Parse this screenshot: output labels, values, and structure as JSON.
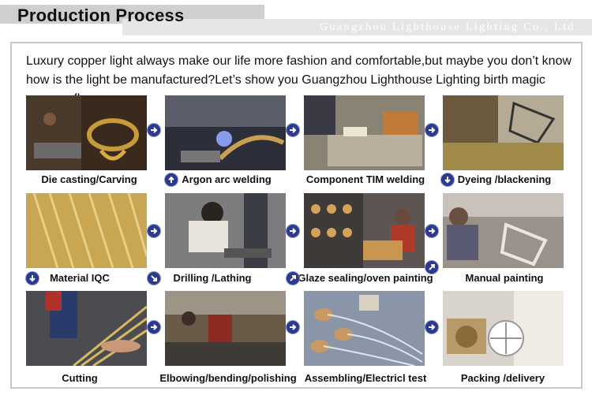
{
  "header": {
    "title": "Production Process",
    "company": "Guangzhou Lighthouse Lighting Co., Ltd."
  },
  "intro": {
    "line1": "Luxury copper light always make our life more fashion and comfortable,but maybe you don’t know",
    "line2": "how is the light be manufactured?Let’s show you Guangzhou Lighthouse Lighting birth magic process flow."
  },
  "steps": [
    {
      "label": "Die casting/Carving",
      "icon": "arrow-right-icon"
    },
    {
      "label": "Argon arc welding",
      "icon": "arrow-up-icon"
    },
    {
      "label": "Component TIM welding",
      "icon": "arrow-right-icon"
    },
    {
      "label": "Dyeing /blackening",
      "icon": "arrow-down-icon"
    },
    {
      "label": "Material IQC",
      "icon": "arrow-down-icon"
    },
    {
      "label": "Drilling /Lathing",
      "icon": "arrow-diagonal-icon"
    },
    {
      "label": "Glaze sealing/oven painting",
      "icon": "arrow-diagonal-icon"
    },
    {
      "label": "Manual painting",
      "icon": "arrow-right-icon"
    },
    {
      "label": "Cutting",
      "icon": "arrow-right-icon"
    },
    {
      "label": "Elbowing/bending/polishing",
      "icon": "arrow-right-icon"
    },
    {
      "label": "Assembling/Electricl test",
      "icon": "arrow-right-icon"
    },
    {
      "label": "Packing /delivery",
      "icon": "none"
    }
  ]
}
